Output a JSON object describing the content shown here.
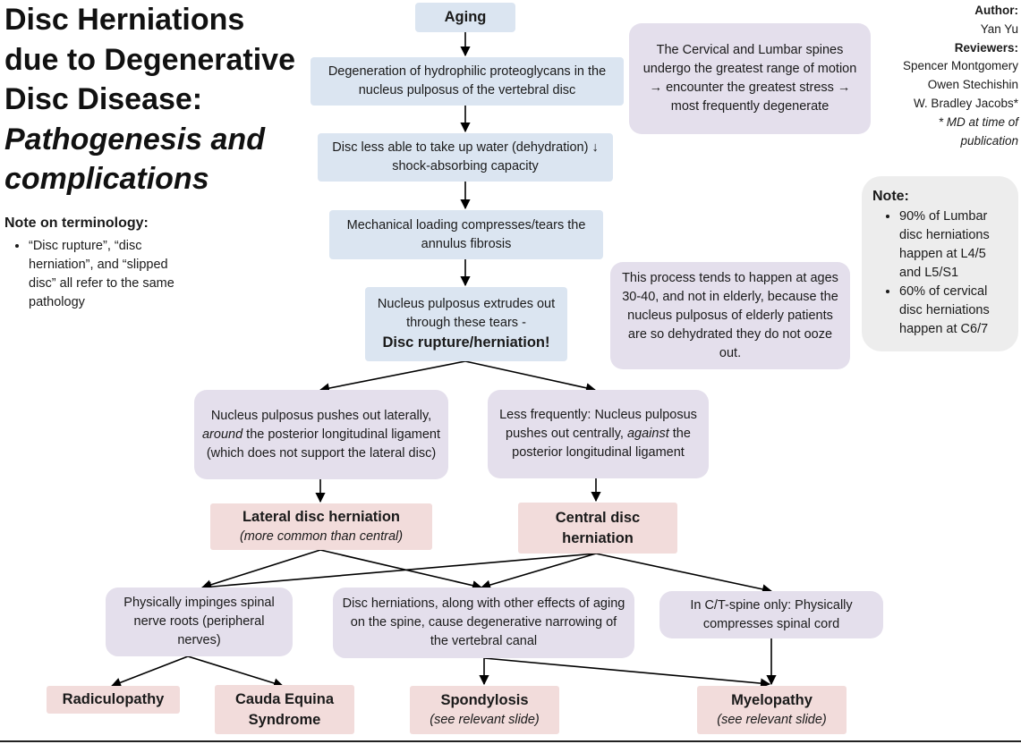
{
  "title": {
    "line1": "Disc Herniations",
    "line2": "due to Degenerative",
    "line3": "Disc Disease:",
    "line4": "Pathogenesis and",
    "line5": "complications"
  },
  "terminology": {
    "heading": "Note on terminology:",
    "items": [
      "“Disc rupture”, “disc herniation”, and “slipped disc” all refer to the same pathology"
    ]
  },
  "credits": {
    "author_label": "Author:",
    "author": "Yan Yu",
    "reviewers_label": "Reviewers:",
    "reviewers": [
      "Spencer Montgomery",
      "Owen Stechishin",
      "W. Bradley Jacobs*"
    ],
    "footnote": "* MD at time of publication"
  },
  "flow": {
    "aging": "Aging",
    "degeneration": "Degeneration of  hydrophilic proteoglycans in the  nucleus pulposus of the vertebral disc",
    "dehydration": "Disc less able to take up water (dehydration) ↓ shock-absorbing capacity",
    "loading": "Mechanical loading compresses/tears the annulus fibrosis",
    "extrudes_1": "Nucleus pulposus extrudes out through these tears -",
    "extrudes_2": "Disc rupture/herniation!",
    "lateral_push_1": "Nucleus pulposus pushes out laterally,",
    "lateral_push_2": "around",
    "lateral_push_3": "the posterior longitudinal ligament (which does not support the lateral disc)",
    "central_push_1": "Less frequently: Nucleus pulposus pushes out centrally,",
    "central_push_2": "against",
    "central_push_3": "the posterior longitudinal ligament",
    "lateral_title": "Lateral disc herniation",
    "lateral_sub": "(more common than central)",
    "central_title": "Central disc herniation",
    "impinges": "Physically impinges spinal nerve roots (peripheral nerves)",
    "narrowing": "Disc herniations, along with other effects of aging on the spine, cause degenerative narrowing of the vertebral canal",
    "compresses": "In C/T-spine only: Physically compresses spinal cord",
    "radiculopathy": "Radiculopathy",
    "cauda": "Cauda Equina Syndrome",
    "spondylosis": "Spondylosis",
    "spondylosis_sub": "(see relevant slide)",
    "myelopathy": "Myelopathy",
    "myelopathy_sub": "(see relevant slide)"
  },
  "side_notes": {
    "spines": "The Cervical and Lumbar spines undergo the greatest range of motion → encounter the greatest stress → most frequently degenerate",
    "age": "This process tends to happen at ages 30-40, and not in elderly, because the nucleus pulposus of elderly patients are so dehydrated they do not ooze out.",
    "note_heading": "Note:",
    "note_items": [
      "90% of Lumbar disc herniations happen at L4/5 and L5/S1",
      "60% of cervical disc herniations happen at C6/7"
    ]
  },
  "colors": {
    "blue_box": "#dbe5f1",
    "purple_box": "#e4dfec",
    "pink_box": "#f2dcdb",
    "grey_box": "#ededed"
  }
}
